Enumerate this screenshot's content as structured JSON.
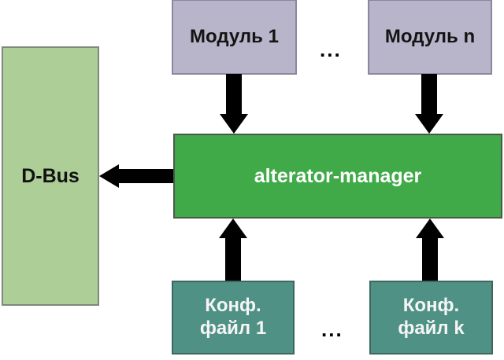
{
  "boxes": {
    "module1": {
      "label": "Модуль 1",
      "fill": "#b8b4c9",
      "border": "#8a87a0",
      "text_color": "#141414"
    },
    "module_n": {
      "label": "Модуль n",
      "fill": "#b8b4c9",
      "border": "#8a87a0",
      "text_color": "#141414"
    },
    "dbus": {
      "label": "D-Bus",
      "fill": "#adce97",
      "border": "#7d8a79",
      "text_color": "#111111"
    },
    "manager": {
      "label": "alterator-manager",
      "fill": "#3faa47",
      "border": "#4d564d",
      "text_color": "#ffffff"
    },
    "conf1": {
      "label": "Конф.\nфайл 1",
      "fill": "#4f9184",
      "border": "#3d675f",
      "text_color": "#f5f5f5"
    },
    "conf_k": {
      "label": "Конф.\nфайл k",
      "fill": "#4f9184",
      "border": "#3d675f",
      "text_color": "#f5f5f5"
    }
  },
  "ellipsis": {
    "top": "...",
    "bottom": "..."
  },
  "arrows": [
    {
      "name": "module1-to-manager",
      "from": "Модуль 1",
      "to": "alterator-manager",
      "direction": "down"
    },
    {
      "name": "module-n-to-manager",
      "from": "Модуль n",
      "to": "alterator-manager",
      "direction": "down"
    },
    {
      "name": "manager-to-dbus",
      "from": "alterator-manager",
      "to": "D-Bus",
      "direction": "left"
    },
    {
      "name": "conf1-to-manager",
      "from": "Конф. файл 1",
      "to": "alterator-manager",
      "direction": "up"
    },
    {
      "name": "conf-k-to-manager",
      "from": "Конф. файл k",
      "to": "alterator-manager",
      "direction": "up"
    }
  ],
  "arrow_color": "#000000",
  "background_color": "#ffffff"
}
